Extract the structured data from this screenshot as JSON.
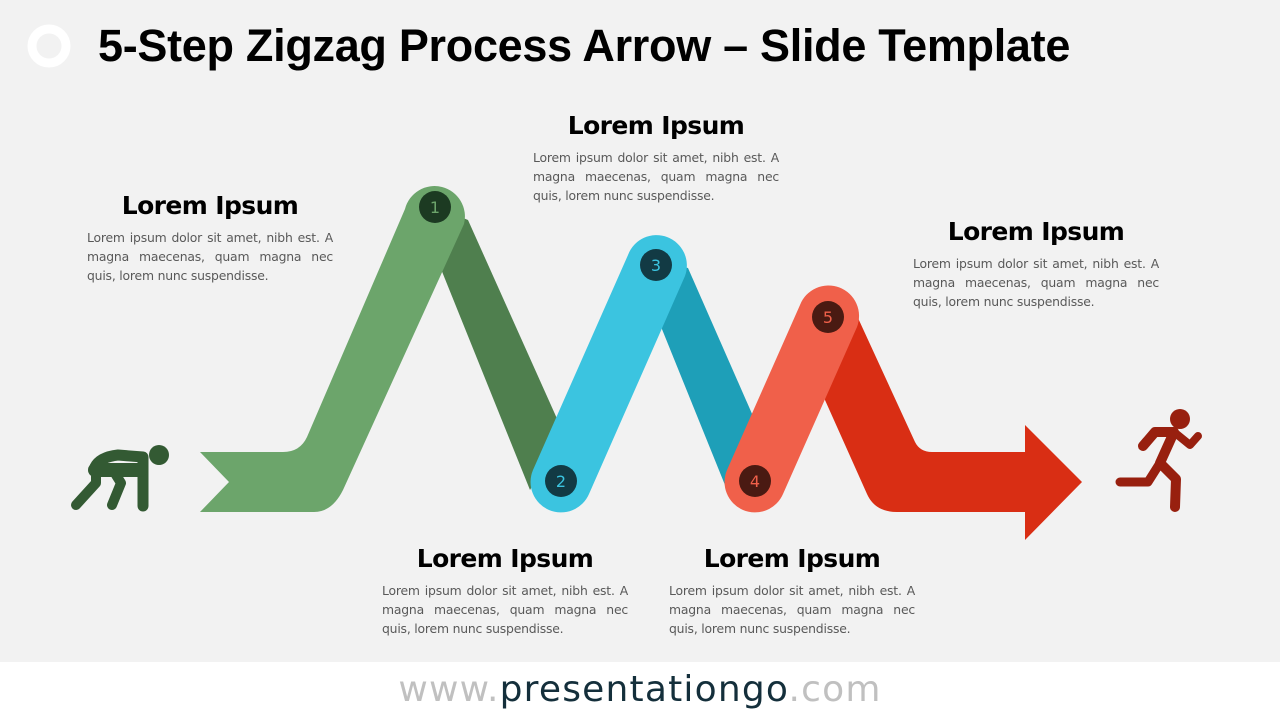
{
  "slide": {
    "title": "5-Step Zigzag Process Arrow – Slide Template",
    "background_color": "#f2f2f2"
  },
  "steps": [
    {
      "number": "1",
      "heading": "Lorem Ipsum",
      "body": "Lorem ipsum dolor sit amet, nibh est. A magna maecenas, quam magna nec quis, lorem nunc suspendisse.",
      "color_light": "#6ca56b",
      "color_dark": "#4f7f4e",
      "badge_color": "#1c3a22"
    },
    {
      "number": "2",
      "heading": "Lorem Ipsum",
      "body": "Lorem ipsum dolor sit amet, nibh est. A magna maecenas, quam magna nec quis, lorem nunc suspendisse.",
      "color_light": "#3bc4e0",
      "color_dark": "#1e9fb8",
      "badge_color": "#123a44"
    },
    {
      "number": "3",
      "heading": "Lorem Ipsum",
      "body": "Lorem ipsum dolor sit amet, nibh est. A magna maecenas, quam magna nec quis, lorem nunc suspendisse.",
      "color_light": "#3bc4e0",
      "color_dark": "#1e9fb8",
      "badge_color": "#123a44"
    },
    {
      "number": "4",
      "heading": "Lorem Ipsum",
      "body": "Lorem ipsum dolor sit amet, nibh est. A magna maecenas, quam magna nec quis, lorem nunc suspendisse.",
      "color_light": "#f0604a",
      "color_dark": "#d92e14",
      "badge_color": "#4a1a12"
    },
    {
      "number": "5",
      "heading": "Lorem Ipsum",
      "body": "Lorem ipsum dolor sit amet, nibh est. A magna maecenas, quam magna nec quis, lorem nunc suspendisse.",
      "color_light": "#f0604a",
      "color_dark": "#d92e14",
      "badge_color": "#4a1a12"
    }
  ],
  "icons": {
    "start": "crouching-start-person-icon",
    "start_color": "#335a33",
    "end": "running-person-icon",
    "end_color": "#98200f"
  },
  "footer": {
    "url_prefix": "www.",
    "url_brand": "presentationgo",
    "url_suffix": ".com"
  }
}
